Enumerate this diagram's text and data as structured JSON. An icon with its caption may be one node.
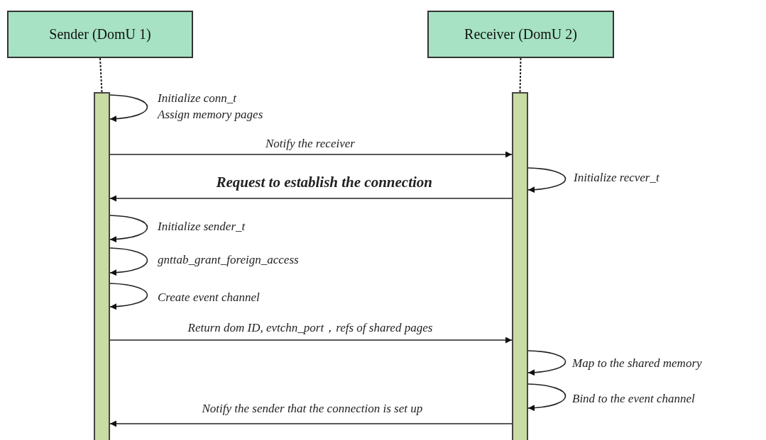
{
  "diagram": {
    "nodes": [
      {
        "text": [
          "Sender (DomU 1)"
        ]
      },
      {
        "text": [
          "Receiver (DomU 2)"
        ]
      },
      {
        "text": [],
        "shape": "bar"
      },
      {
        "text": [],
        "shape": "bar"
      }
    ],
    "edges": [
      {
        "from": 0,
        "to": 2,
        "arrow": "none",
        "style": "dashed"
      },
      {
        "from": 1,
        "to": 3,
        "arrow": "none",
        "style": "dashed"
      },
      {
        "from": 2,
        "to": 2,
        "arrow": "to",
        "label": "Initialize conn_t Assign memory pages"
      },
      {
        "from": 2,
        "to": 3,
        "arrow": "to",
        "label": "Notify the receiver"
      },
      {
        "from": 3,
        "to": 3,
        "arrow": "to",
        "label": "Initialize recver_t"
      },
      {
        "from": 3,
        "to": 2,
        "arrow": "to",
        "label": "Request to establish the connection"
      },
      {
        "from": 2,
        "to": 2,
        "arrow": "to",
        "label": "Initialize sender_t"
      },
      {
        "from": 2,
        "to": 2,
        "arrow": "to",
        "label": "gnttab_grant_foreign_access"
      },
      {
        "from": 2,
        "to": 2,
        "arrow": "to",
        "label": "Create event channel"
      },
      {
        "from": 2,
        "to": 3,
        "arrow": "to",
        "label": "Return dom ID, evtchn_port，refs of shared pages"
      },
      {
        "from": 3,
        "to": 3,
        "arrow": "to",
        "label": "Map to the shared memory"
      },
      {
        "from": 3,
        "to": 3,
        "arrow": "to",
        "label": "Bind to the event channel"
      },
      {
        "from": 3,
        "to": 2,
        "arrow": "to",
        "label": "Notify the sender that the connection is set up"
      }
    ]
  }
}
